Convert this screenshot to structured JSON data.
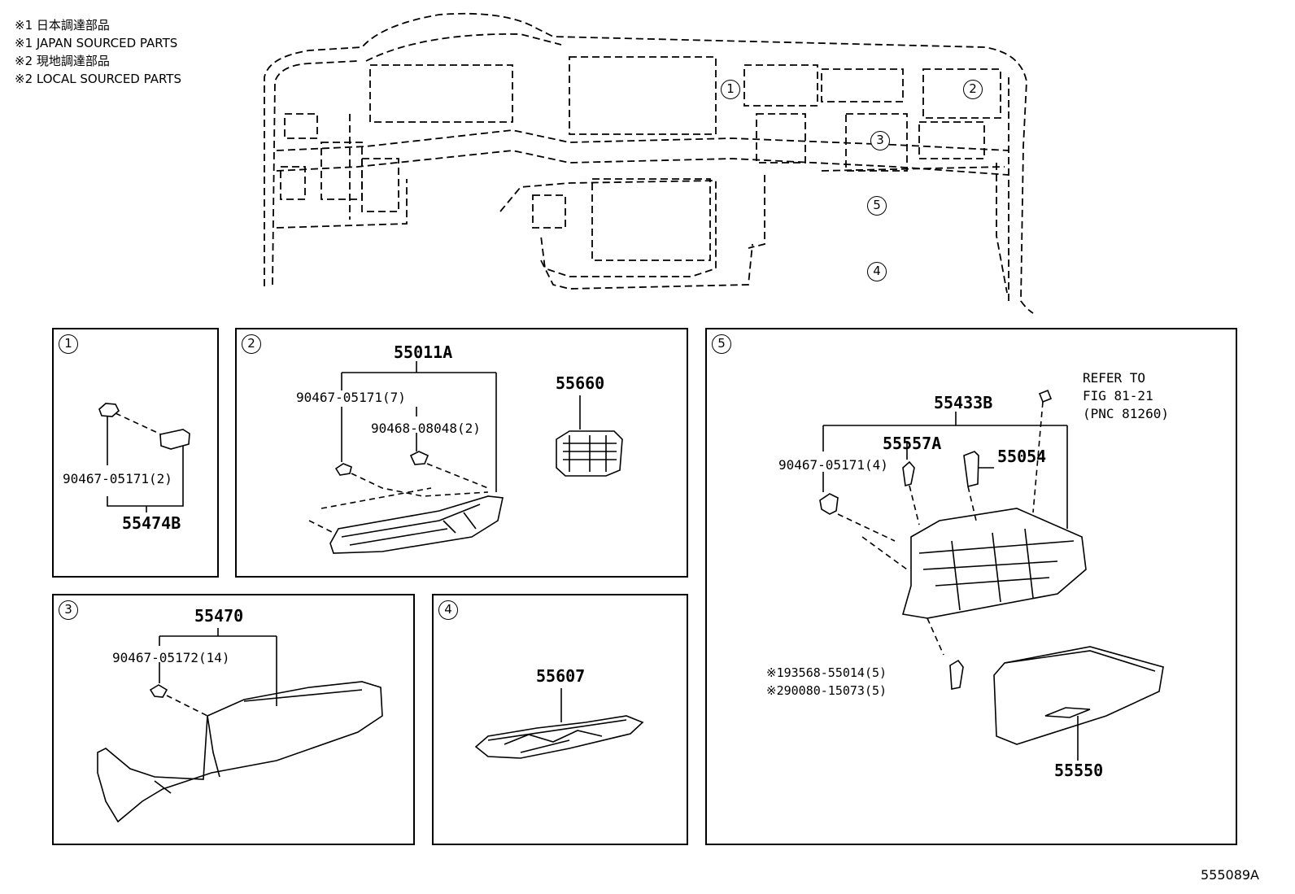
{
  "legend": [
    "※1 日本調達部品",
    "※1 JAPAN SOURCED PARTS",
    "※2 現地調達部品",
    "※2 LOCAL SOURCED PARTS"
  ],
  "overview_callouts": [
    "1",
    "2",
    "3",
    "5",
    "4"
  ],
  "panel1": {
    "index": "1",
    "clip": "90467-05171(2)",
    "assembly": "55474B"
  },
  "panel2": {
    "index": "2",
    "assembly": "55011A",
    "clip1": "90467-05171(7)",
    "clip2": "90468-08048(2)",
    "part": "55660"
  },
  "panel3": {
    "index": "3",
    "assembly": "55470",
    "clip": "90467-05172(14)"
  },
  "panel4": {
    "index": "4",
    "part": "55607"
  },
  "panel5": {
    "index": "5",
    "refer": [
      "REFER TO",
      "FIG 81-21",
      "(PNC 81260)"
    ],
    "assembly": "55433B",
    "part_a": "55557A",
    "clip": "90467-05171(4)",
    "part_b": "55054",
    "screw1_mark": "※1",
    "screw1": "93568-55014(5)",
    "screw2_mark": "※2",
    "screw2": "90080-15073(5)",
    "box": "55550"
  },
  "footer": "555089A"
}
